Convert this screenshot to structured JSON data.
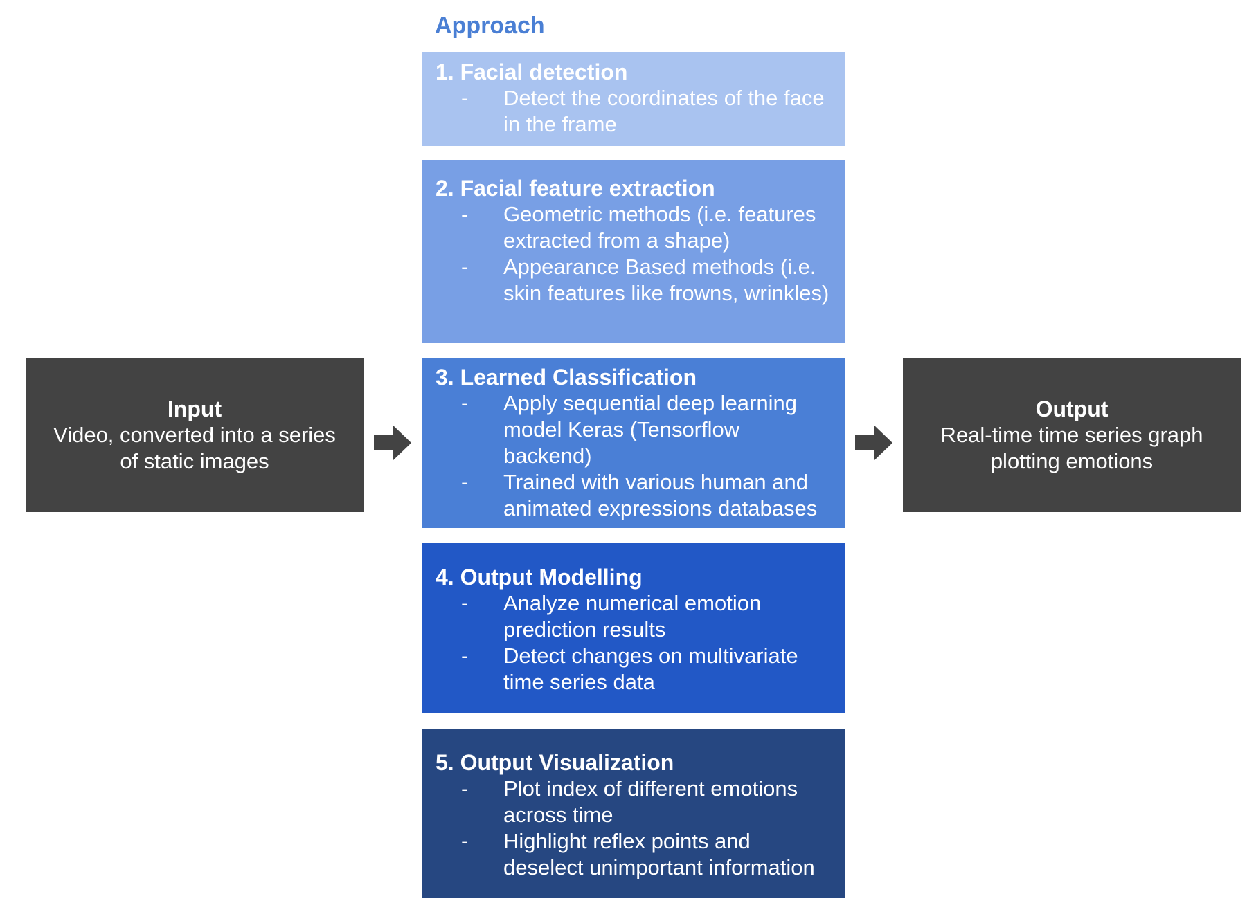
{
  "approach_title": "Approach",
  "steps": [
    {
      "title": "1. Facial detection",
      "bullets": [
        {
          "dash": "-",
          "text": "Detect the coordinates of the face in the frame"
        }
      ]
    },
    {
      "title": "2. Facial feature extraction",
      "bullets": [
        {
          "dash": "-",
          "text": "Geometric methods (i.e. features extracted from a shape)"
        },
        {
          "dash": "-",
          "text": "Appearance Based methods (i.e. skin features like frowns, wrinkles)"
        }
      ]
    },
    {
      "title": "3. Learned Classification",
      "bullets": [
        {
          "dash": "-",
          "text": "Apply sequential deep learning model Keras (Tensorflow backend)"
        },
        {
          "dash": "-",
          "text": "Trained with various human and animated expressions databases"
        }
      ]
    },
    {
      "title": "4. Output Modelling",
      "bullets": [
        {
          "dash": "-",
          "text": "Analyze numerical emotion prediction results"
        },
        {
          "dash": "-",
          "text": "Detect changes on multivariate time series data"
        }
      ]
    },
    {
      "title": "5. Output Visualization",
      "bullets": [
        {
          "dash": "-",
          "text": "Plot index of different emotions across time"
        },
        {
          "dash": "-",
          "text": "Highlight reflex points and deselect unimportant information"
        }
      ]
    }
  ],
  "input": {
    "title": "Input",
    "description": "Video, converted into a series of static images"
  },
  "output": {
    "title": "Output",
    "description": "Real-time time series graph plotting emotions"
  },
  "icons": {
    "left_arrow": "arrow-right-icon",
    "right_arrow": "arrow-right-icon"
  },
  "colors": {
    "approach_title": "#4a7fd4",
    "step1": "#a9c3f0",
    "step2": "#789fe5",
    "step3": "#4a7fd6",
    "step4": "#2258c6",
    "step5": "#264781",
    "side_box": "#434343",
    "arrow": "#434343"
  }
}
